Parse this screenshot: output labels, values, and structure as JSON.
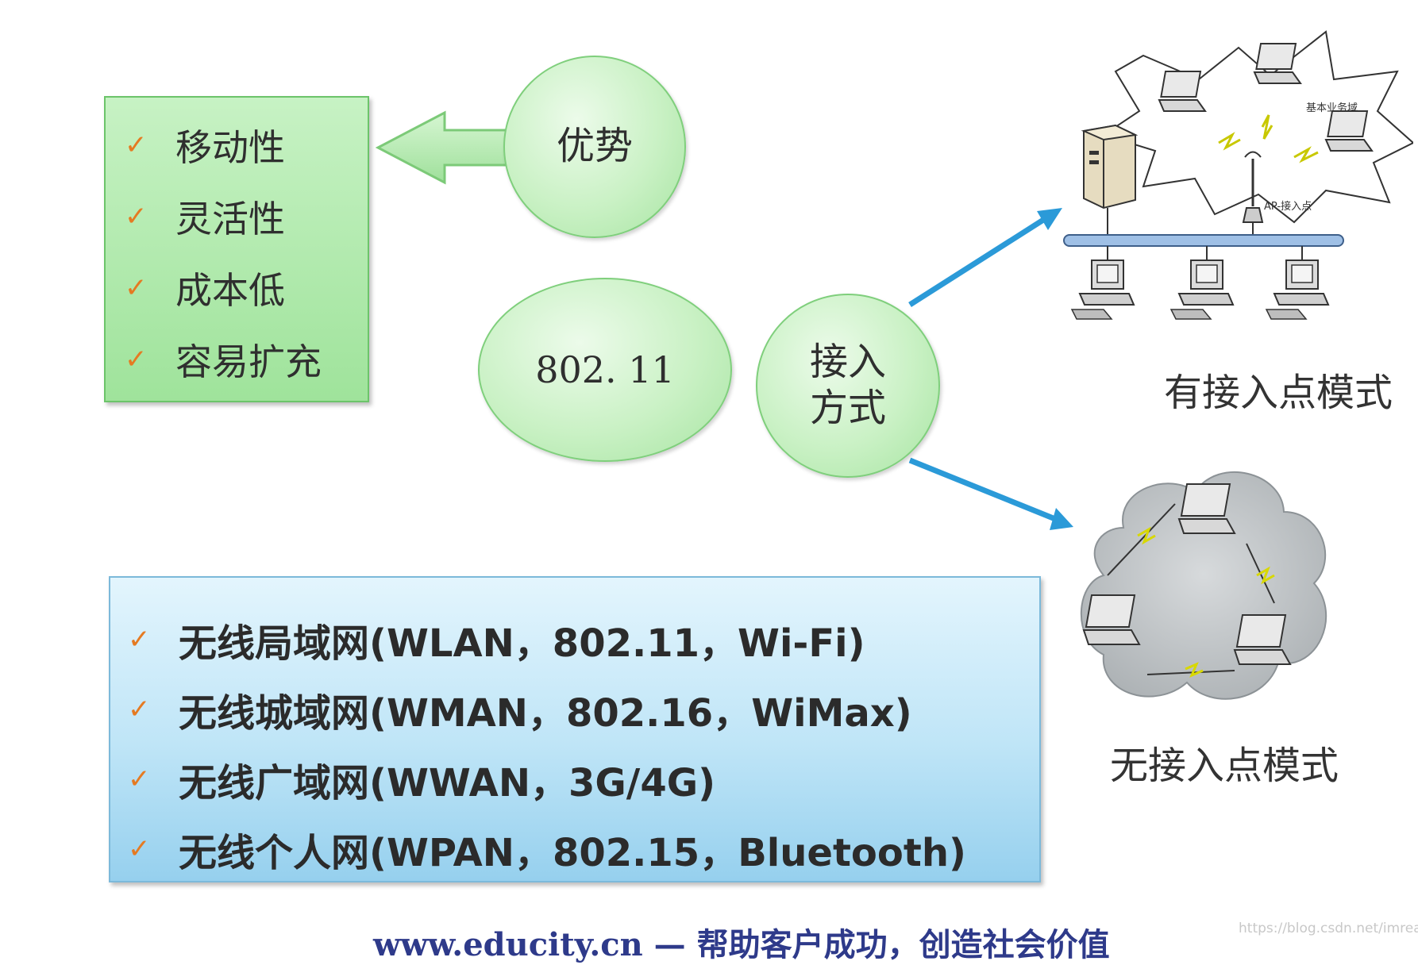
{
  "advantages": {
    "items": [
      "移动性",
      "灵活性",
      "成本低",
      "容易扩充"
    ]
  },
  "bubbles": {
    "advantage": "优势",
    "standard": "802. 11",
    "access_line1": "接入",
    "access_line2": "方式"
  },
  "wan_types": {
    "items": [
      "无线局域网(WLAN，802.11，Wi-Fi)",
      "无线城域网(WMAN，802.16，WiMax)",
      "无线广域网(WWAN，3G/4G)",
      "无线个人网(WPAN，802.15，Bluetooth)"
    ]
  },
  "modes": {
    "with_ap": "有接入点模式",
    "without_ap": "无接入点模式",
    "bss_label": "基本业务域",
    "ap_label": "AP-接入点"
  },
  "footer": {
    "slogan": "www.educity.cn — 帮助客户成功，创造社会价值",
    "watermark": "https://blog.csdn.net/imreal_"
  },
  "colors": {
    "green_fill": "#a8e6a3",
    "blue_fill": "#bfe5f7",
    "check": "#e57a22",
    "arrow": "#2b9ad8"
  }
}
